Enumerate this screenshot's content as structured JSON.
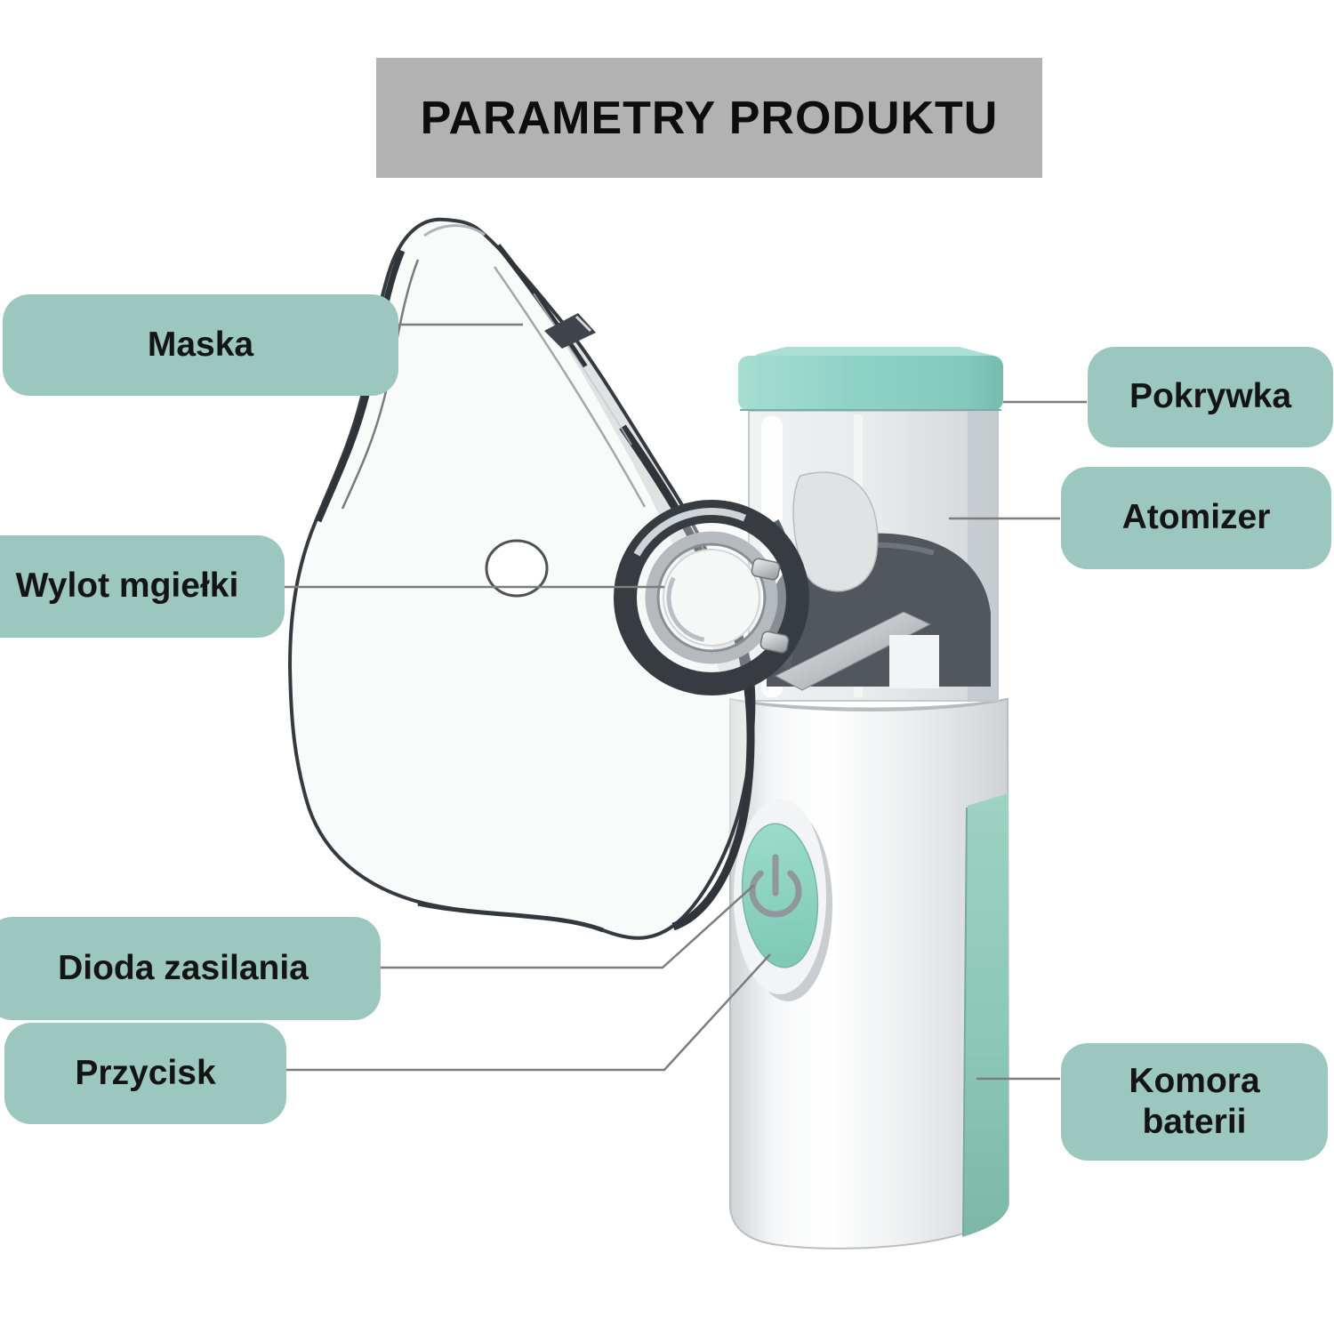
{
  "title": "PARAMETRY PRODUKTU",
  "labels": {
    "maska": "Maska",
    "wylot_mgielki": "Wylot mgiełki",
    "dioda_zasilania": "Dioda zasilania",
    "przycisk": "Przycisk",
    "pokrywka": "Pokrywka",
    "atomizer": "Atomizer",
    "komora_baterii": "Komora\nbaterii"
  },
  "colors": {
    "accent_teal": "#9bc7be",
    "banner_gray": "#b2b2b2",
    "line_gray": "#7d7d7d",
    "device_cap_teal": "#8ed2c5",
    "button_teal": "#8dd5c1",
    "battery_strip_teal": "#8cc7b7"
  }
}
